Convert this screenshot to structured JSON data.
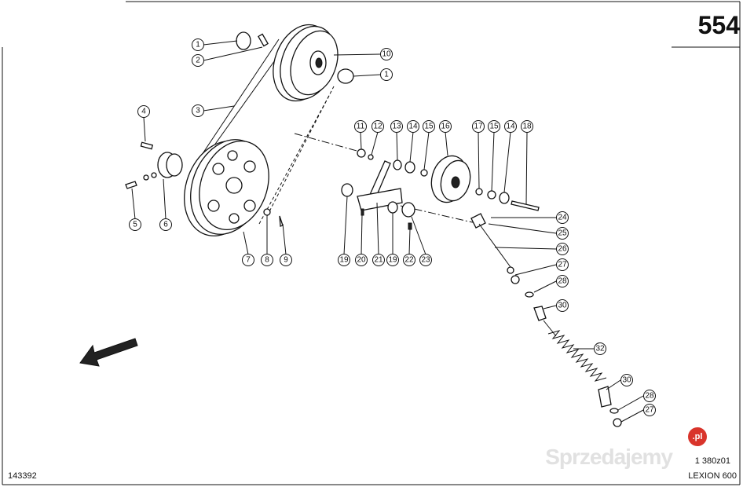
{
  "page_number": "554",
  "drawing_code": "143392",
  "reference": "1 380z01",
  "model": "LEXION 600",
  "watermark": {
    "text": "Sprzedajemy",
    "badge": ".pl"
  },
  "callouts": [
    "1",
    "2",
    "10",
    "1",
    "3",
    "4",
    "5",
    "6",
    "7",
    "8",
    "9",
    "11",
    "12",
    "13",
    "14",
    "15",
    "16",
    "17",
    "15",
    "14",
    "18",
    "24",
    "25",
    "26",
    "27",
    "28",
    "30",
    "32",
    "30",
    "28",
    "27",
    "19",
    "20",
    "21",
    "19",
    "22",
    "23"
  ]
}
